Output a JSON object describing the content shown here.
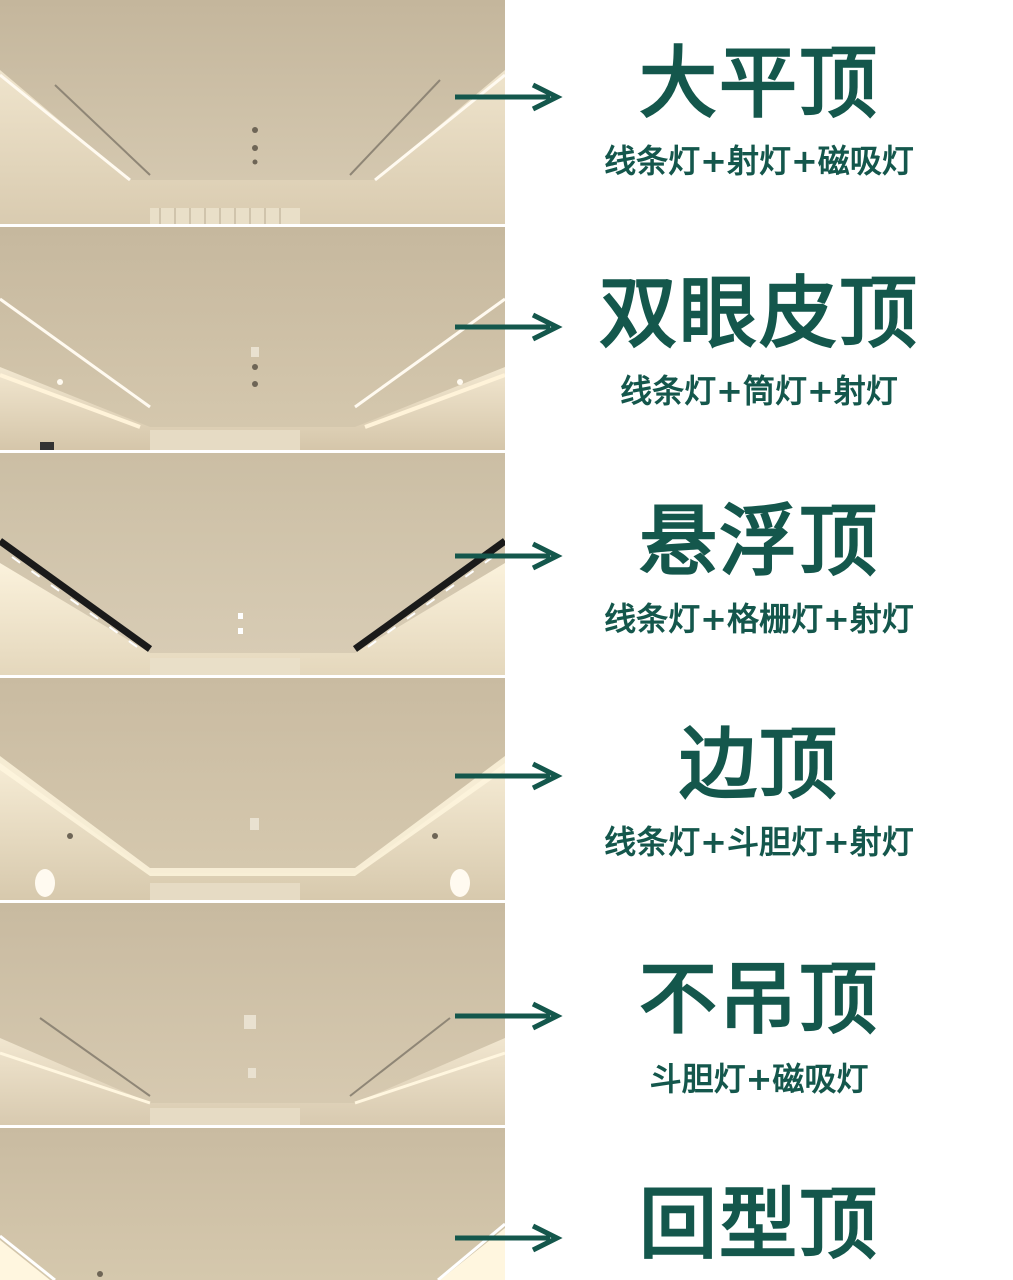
{
  "colors": {
    "accent": "#14574c",
    "ceiling": "#cbbfa6",
    "glow": "#fff6df"
  },
  "items": [
    {
      "title": "大平顶",
      "subtitle": "线条灯+射灯+磁吸灯",
      "variant": "linear-track"
    },
    {
      "title": "双眼皮顶",
      "subtitle": "线条灯+筒灯+射灯",
      "variant": "double-eyelid"
    },
    {
      "title": "悬浮顶",
      "subtitle": "线条灯+格栅灯+射灯",
      "variant": "suspended"
    },
    {
      "title": "边顶",
      "subtitle": "线条灯+斗胆灯+射灯",
      "variant": "edge"
    },
    {
      "title": "不吊顶",
      "subtitle": "斗胆灯+磁吸灯",
      "variant": "track"
    },
    {
      "title": "回型顶",
      "subtitle": "",
      "variant": "loop"
    }
  ]
}
